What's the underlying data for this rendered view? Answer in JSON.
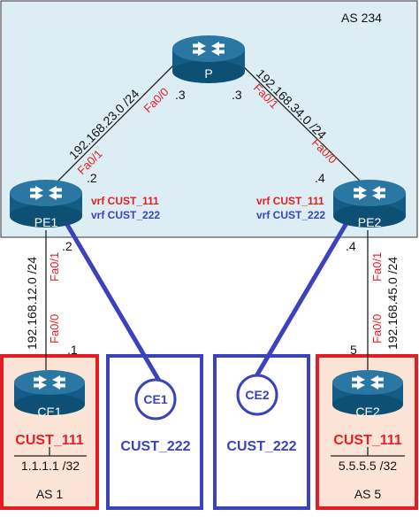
{
  "colors": {
    "as_bg": "#dceef3",
    "ce_box_bg": "#fbe3d6",
    "red": "#e41e26",
    "blue": "#3a43bd",
    "router_top": "#2b77a3",
    "router_side": "#125c86",
    "router_body": "#1d6d9a",
    "text": "#111111"
  },
  "as234": {
    "label": "AS 234"
  },
  "routers": {
    "p": "P",
    "pe1": "PE1",
    "pe2": "PE2",
    "ce1_left": "CE1",
    "ce2_right": "CE2"
  },
  "links": {
    "pe1_p": {
      "subnet": "192.168.23.0 /24",
      "pe1_iface": "Fa0/1",
      "pe1_ip": ".2",
      "p_iface": "Fa0/0",
      "p_ip": ".3"
    },
    "p_pe2": {
      "subnet": "192.168.34.0 /24",
      "p_iface": "Fa0/1",
      "p_ip": ".3",
      "pe2_iface": "Fa0/0",
      "pe2_ip": ".4"
    },
    "pe1_ce1": {
      "subnet": "192.168.12.0 /24",
      "pe1_iface": "Fa0/1",
      "pe1_ip": ".2",
      "ce1_iface": "Fa0/0",
      "ce1_ip": ".1"
    },
    "pe2_ce2": {
      "subnet": "192.168.45.0 /24",
      "pe2_iface": "Fa0/1",
      "pe2_ip": ".4",
      "ce2_iface": "Fa0/0",
      "ce2_ip": "5"
    }
  },
  "vrfs": {
    "pe1_red": "vrf CUST_111",
    "pe1_blue": "vrf CUST_222",
    "pe2_red": "vrf CUST_111",
    "pe2_blue": "vrf CUST_222"
  },
  "customers": {
    "left_red": {
      "name": "CUST_111",
      "loopback": "1.1.1.1 /32",
      "as": "AS 1"
    },
    "left_blue": {
      "router": "CE1",
      "name": "CUST_222"
    },
    "right_blue": {
      "router": "CE2",
      "name": "CUST_222"
    },
    "right_red": {
      "name": "CUST_111",
      "loopback": "5.5.5.5 /32",
      "as": "AS 5"
    }
  }
}
